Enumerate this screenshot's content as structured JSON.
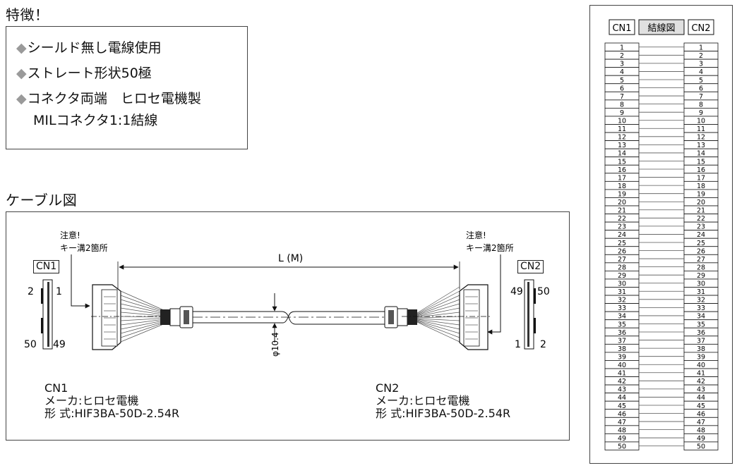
{
  "features": {
    "heading": "特徴！",
    "items": [
      "シールド無し電線使用",
      "ストレート形状50極",
      "コネクタ両端　ヒロセ電機製"
    ],
    "continuation": "MILコネクタ1:1結線",
    "bullet": "◆"
  },
  "cable": {
    "heading": "ケーブル図",
    "length_label": "L (M)",
    "diameter_label": "φ10.4",
    "note_left": [
      "注意!",
      "キー溝2箇所"
    ],
    "note_right": [
      "注意!",
      "キー溝2箇所"
    ],
    "cn1": {
      "tag": "CN1",
      "pin_tl": "2",
      "pin_tr": "1",
      "pin_bl": "50",
      "pin_br": "49",
      "title": "CN1",
      "maker": "メーカ:ヒロセ電機",
      "model": "形 式:HIF3BA-50D-2.54R"
    },
    "cn2": {
      "tag": "CN2",
      "pin_tl": "49",
      "pin_tr": "50",
      "pin_bl": "1",
      "pin_br": "2",
      "title": "CN2",
      "maker": "メーカ:ヒロセ電機",
      "model": "形 式:HIF3BA-50D-2.54R"
    }
  },
  "wiring": {
    "left_header": "CN1",
    "center_header": "結線図",
    "right_header": "CN2",
    "pins": [
      "1",
      "2",
      "3",
      "4",
      "5",
      "6",
      "7",
      "8",
      "9",
      "10",
      "11",
      "12",
      "13",
      "14",
      "15",
      "16",
      "17",
      "18",
      "19",
      "20",
      "21",
      "22",
      "23",
      "24",
      "25",
      "26",
      "27",
      "28",
      "29",
      "30",
      "31",
      "32",
      "33",
      "34",
      "35",
      "36",
      "37",
      "38",
      "39",
      "40",
      "41",
      "42",
      "43",
      "44",
      "45",
      "46",
      "47",
      "48",
      "49",
      "50"
    ]
  }
}
